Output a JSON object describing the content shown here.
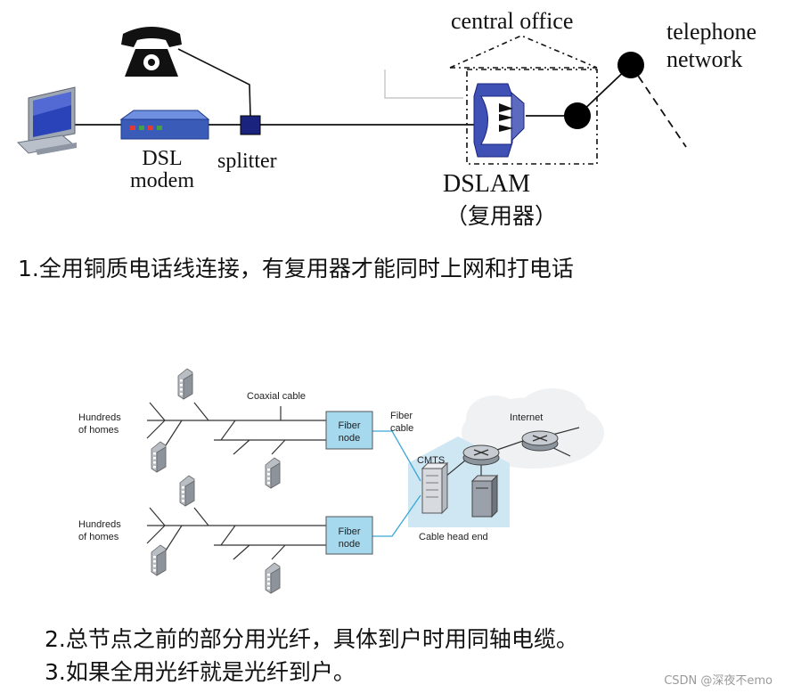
{
  "dsl_diagram": {
    "labels": {
      "central_office": "central office",
      "telephone_network_line1": "telephone",
      "telephone_network_line2": "network",
      "dsl_modem_line1": "DSL",
      "dsl_modem_line2": "modem",
      "splitter": "splitter",
      "dslam": "DSLAM",
      "dslam_cn": "（复用器）"
    },
    "colors": {
      "modem": "#3a5cb8",
      "splitter": "#1a237e",
      "dslam": "#3f51b5"
    }
  },
  "caption1": "1.全用铜质电话线连接，有复用器才能同时上网和打电话",
  "cable_diagram": {
    "labels": {
      "hundreds_homes_top_line1": "Hundreds",
      "hundreds_homes_top_line2": "of homes",
      "hundreds_homes_bottom_line1": "Hundreds",
      "hundreds_homes_bottom_line2": "of homes",
      "coaxial_cable": "Coaxial cable",
      "fiber_node_top_line1": "Fiber",
      "fiber_node_top_line2": "node",
      "fiber_node_bottom_line1": "Fiber",
      "fiber_node_bottom_line2": "node",
      "fiber_cable_line1": "Fiber",
      "fiber_cable_line2": "cable",
      "cmts": "CMTS",
      "internet": "Internet",
      "cable_head_end": "Cable head end"
    },
    "colors": {
      "fiber_node": "#a6d8ee",
      "fiber_line": "#3aa7d8",
      "head_end": "#cfe6f3"
    }
  },
  "caption2": "2.总节点之前的部分用光纤，具体到户时用同轴电缆。",
  "caption3": "3.如果全用光纤就是光纤到户。",
  "watermark": "CSDN @深夜不emo"
}
